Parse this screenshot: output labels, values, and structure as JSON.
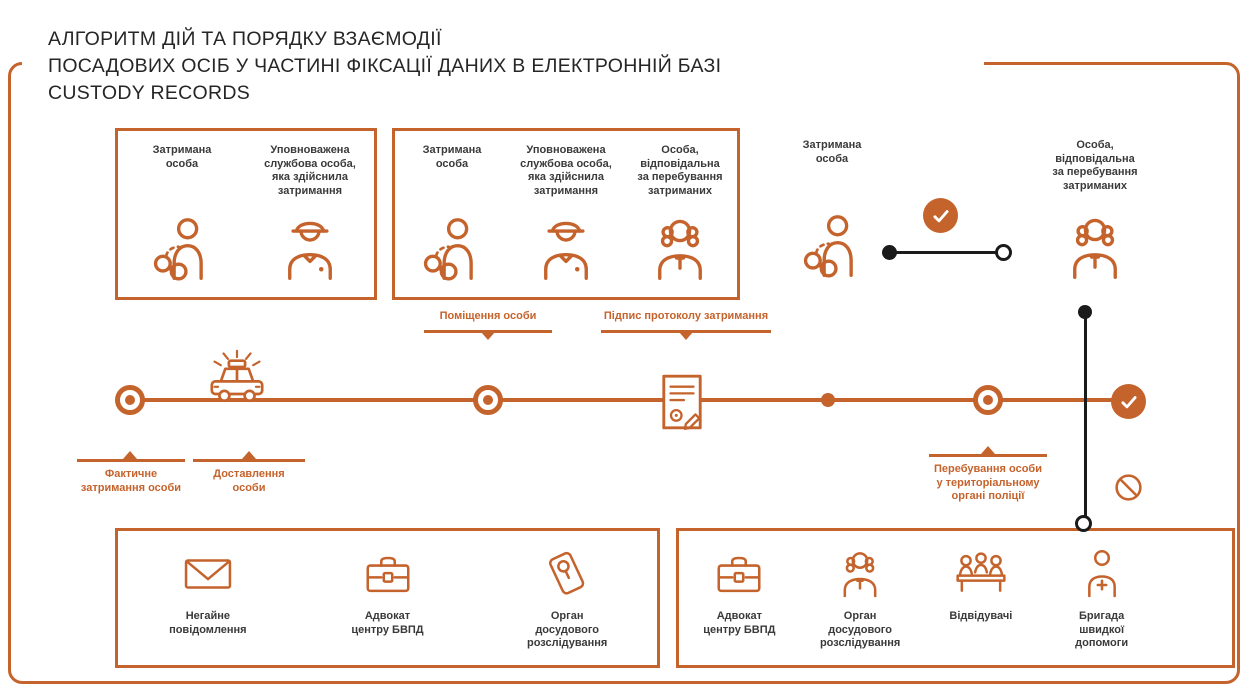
{
  "colors": {
    "accent": "#C5632C",
    "text_dark": "#3a3a3a",
    "connector_black": "#1b1b1b"
  },
  "title": {
    "text": "АЛГОРИТМ ДІЙ ТА ПОРЯДКУ ВЗАЄМОДІЇ\nПОСАДОВИХ ОСІБ У ЧАСТИНІ ФІКСАЦІЇ ДАНИХ В ЕЛЕКТРОННІЙ БАЗІ\nCUSTODY RECORDS"
  },
  "top_groups": {
    "box1": {
      "detained": "Затримана\nособа",
      "detained_icon": "detained-person-icon",
      "officer": "Уповноважена\nслужбова особа,\nяка здійснила\nзатримання",
      "officer_icon": "police-officer-icon"
    },
    "box2": {
      "detained": "Затримана\nособа",
      "detained_icon": "detained-person-icon",
      "officer": "Уповноважена\nслужбова особа,\nяка здійснила\nзатримання",
      "officer_icon": "police-officer-icon",
      "custodian": "Особа,\nвідповідальна\nза перебування\nзатриманих",
      "custodian_icon": "judge-icon"
    },
    "floating": {
      "detained": "Затримана\nособа",
      "detained_icon": "detained-person-icon",
      "custodian": "Особа,\nвідповідальна\nза перебування\nзатриманих",
      "custodian_icon": "judge-icon",
      "status_icon": "check-icon"
    }
  },
  "timeline_callouts": {
    "above": [
      {
        "label": "Поміщення особи"
      },
      {
        "label": "Підпис протоколу затримання"
      }
    ],
    "below": [
      {
        "label": "Фактичне\nзатримання особи"
      },
      {
        "label": "Доставлення\nособи"
      },
      {
        "label": "Перебування особи\nу територіальному\nоргані поліції"
      }
    ]
  },
  "timeline_icons": {
    "car": "police-car-icon",
    "document": "protocol-document-icon",
    "end": "check-icon",
    "forbidden": "prohibition-icon"
  },
  "bottom_boxes": {
    "left": {
      "items": [
        {
          "label": "Негайне\nповідомлення",
          "icon": "envelope-icon"
        },
        {
          "label": "Адвокат\nцентру БВПД",
          "icon": "briefcase-icon"
        },
        {
          "label": "Орган\nдосудового\nрозслідування",
          "icon": "seal-icon"
        }
      ]
    },
    "right": {
      "items": [
        {
          "label": "Адвокат\nцентру БВПД",
          "icon": "briefcase-icon"
        },
        {
          "label": "Орган\nдосудового\nрозслідування",
          "icon": "judge-icon"
        },
        {
          "label": "Відвідувачі",
          "icon": "visitors-icon"
        },
        {
          "label": "Бригада\nшвидкої\nдопомоги",
          "icon": "medic-icon"
        }
      ]
    }
  }
}
